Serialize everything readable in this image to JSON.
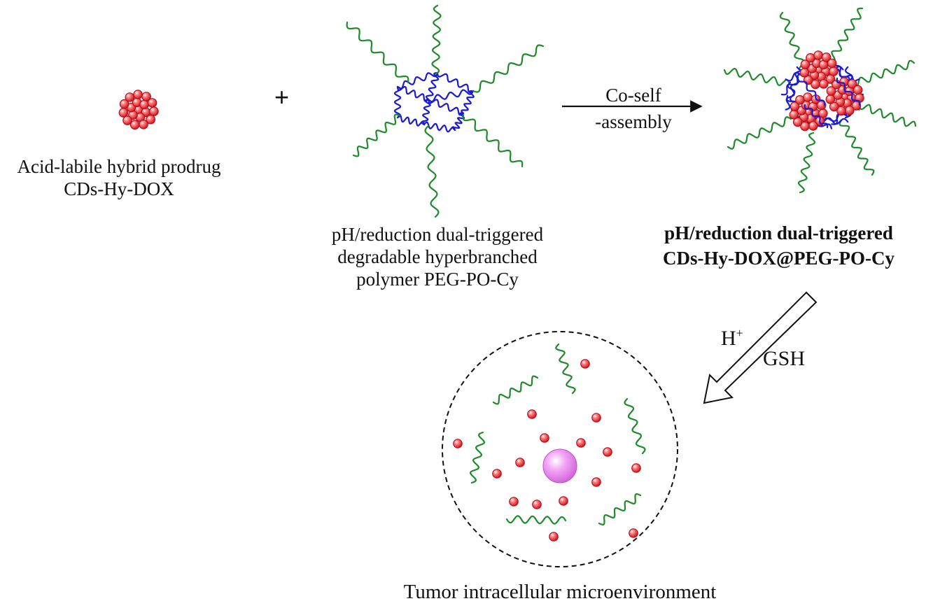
{
  "diagram": {
    "plus": "+",
    "prodrug": {
      "line1": "Acid-labile hybrid prodrug",
      "line2": "CDs-Hy-DOX"
    },
    "polymer": {
      "line1": "pH/reduction dual-triggered",
      "line2": "degradable hyperbranched",
      "line3": "polymer PEG-PO-Cy"
    },
    "assembly_arrow": {
      "line1": "Co-self",
      "line2": "-assembly"
    },
    "nanoparticle": {
      "line1": "pH/reduction dual-triggered",
      "line2": "CDs-Hy-DOX@PEG-PO-Cy"
    },
    "trigger": {
      "proton": "H",
      "proton_sup": "+",
      "gsh": "GSH"
    },
    "environment": "Tumor intracellular microenvironment"
  },
  "colors": {
    "peg_chain": "#1f8a2a",
    "core_chain": "#1a1ad6",
    "dox_particle": "#e8222a",
    "carbon_dot": "#e070e8",
    "ink": "#111111"
  }
}
